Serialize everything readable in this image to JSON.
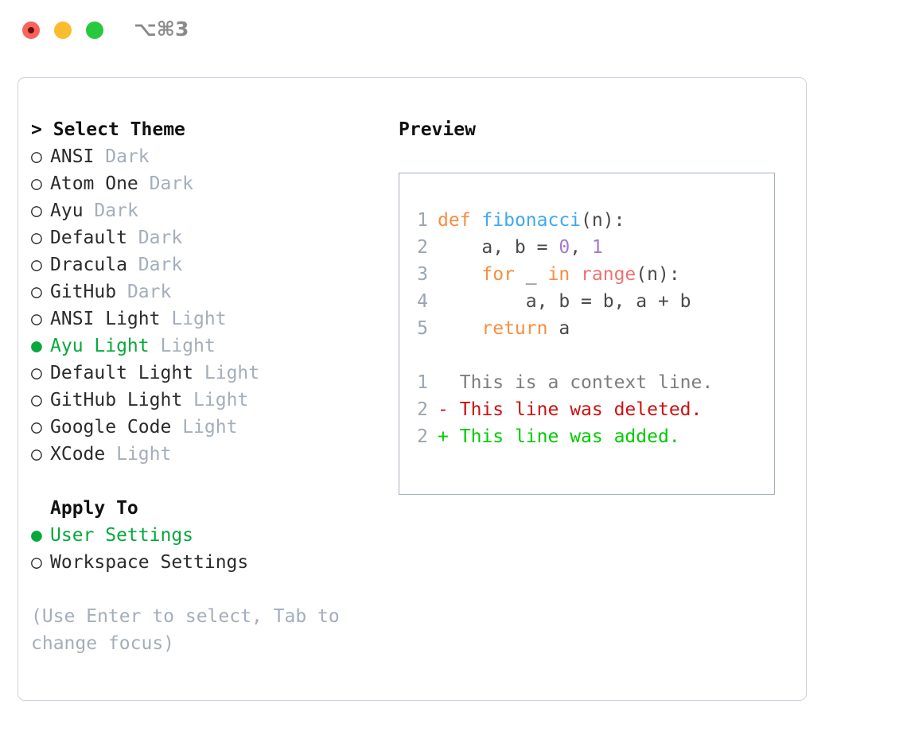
{
  "titlebar": {
    "shortcut": "⌥⌘3",
    "buttons": [
      {
        "name": "close",
        "color": "#f9635b"
      },
      {
        "name": "minimize",
        "color": "#fbbd2e"
      },
      {
        "name": "maximize",
        "color": "#27c93f"
      }
    ]
  },
  "theme_section": {
    "caret": ">",
    "title": "Select Theme",
    "markers": {
      "selected": "●",
      "unselected": "○"
    },
    "items": [
      {
        "label": "ANSI",
        "tag": "Dark",
        "selected": false
      },
      {
        "label": "Atom One",
        "tag": "Dark",
        "selected": false
      },
      {
        "label": "Ayu",
        "tag": "Dark",
        "selected": false
      },
      {
        "label": "Default",
        "tag": "Dark",
        "selected": false
      },
      {
        "label": "Dracula",
        "tag": "Dark",
        "selected": false
      },
      {
        "label": "GitHub",
        "tag": "Dark",
        "selected": false
      },
      {
        "label": "ANSI Light",
        "tag": "Light",
        "selected": false
      },
      {
        "label": "Ayu Light",
        "tag": "Light",
        "selected": true
      },
      {
        "label": "Default Light",
        "tag": "Light",
        "selected": false
      },
      {
        "label": "GitHub Light",
        "tag": "Light",
        "selected": false
      },
      {
        "label": "Google Code",
        "tag": "Light",
        "selected": false
      },
      {
        "label": "XCode",
        "tag": "Light",
        "selected": false
      }
    ]
  },
  "apply_section": {
    "title": "Apply To",
    "items": [
      {
        "label": "User Settings",
        "selected": true
      },
      {
        "label": "Workspace Settings",
        "selected": false
      }
    ]
  },
  "hint": "(Use Enter to select, Tab to change focus)",
  "preview": {
    "title": "Preview",
    "code_lines": [
      {
        "no": "1",
        "tokens": [
          {
            "t": "def",
            "c": "kw"
          },
          {
            "t": " ",
            "c": "pl"
          },
          {
            "t": "fibonacci",
            "c": "fn"
          },
          {
            "t": "(n):",
            "c": "pl"
          }
        ]
      },
      {
        "no": "2",
        "tokens": [
          {
            "t": "    a, b = ",
            "c": "pl"
          },
          {
            "t": "0",
            "c": "num"
          },
          {
            "t": ", ",
            "c": "pl"
          },
          {
            "t": "1",
            "c": "num"
          }
        ]
      },
      {
        "no": "3",
        "tokens": [
          {
            "t": "    ",
            "c": "pl"
          },
          {
            "t": "for",
            "c": "kw"
          },
          {
            "t": " _ ",
            "c": "pl"
          },
          {
            "t": "in",
            "c": "kw"
          },
          {
            "t": " ",
            "c": "pl"
          },
          {
            "t": "range",
            "c": "bi"
          },
          {
            "t": "(n):",
            "c": "pl"
          }
        ]
      },
      {
        "no": "4",
        "tokens": [
          {
            "t": "        a, b = b, a + b",
            "c": "pl"
          }
        ]
      },
      {
        "no": "5",
        "tokens": [
          {
            "t": "    ",
            "c": "pl"
          },
          {
            "t": "return",
            "c": "kw"
          },
          {
            "t": " a",
            "c": "pl"
          }
        ]
      }
    ],
    "diff_lines": [
      {
        "no": "1",
        "sign": " ",
        "text": "This is a context line.",
        "kind": "diff-ctx"
      },
      {
        "no": "2",
        "sign": "-",
        "text": "This line was deleted.",
        "kind": "diff-del"
      },
      {
        "no": "2",
        "sign": "+",
        "text": "This line was added.",
        "kind": "diff-add"
      }
    ]
  },
  "colors": {
    "selected_green": "#07a83c",
    "tag_gray": "#a3aebb",
    "keyword_orange": "#fa8d3e",
    "function_blue": "#3fa8f5",
    "number_purple": "#a37acc",
    "builtin_red": "#f07171",
    "diff_delete": "#cc1111",
    "diff_add": "#00cc00"
  }
}
